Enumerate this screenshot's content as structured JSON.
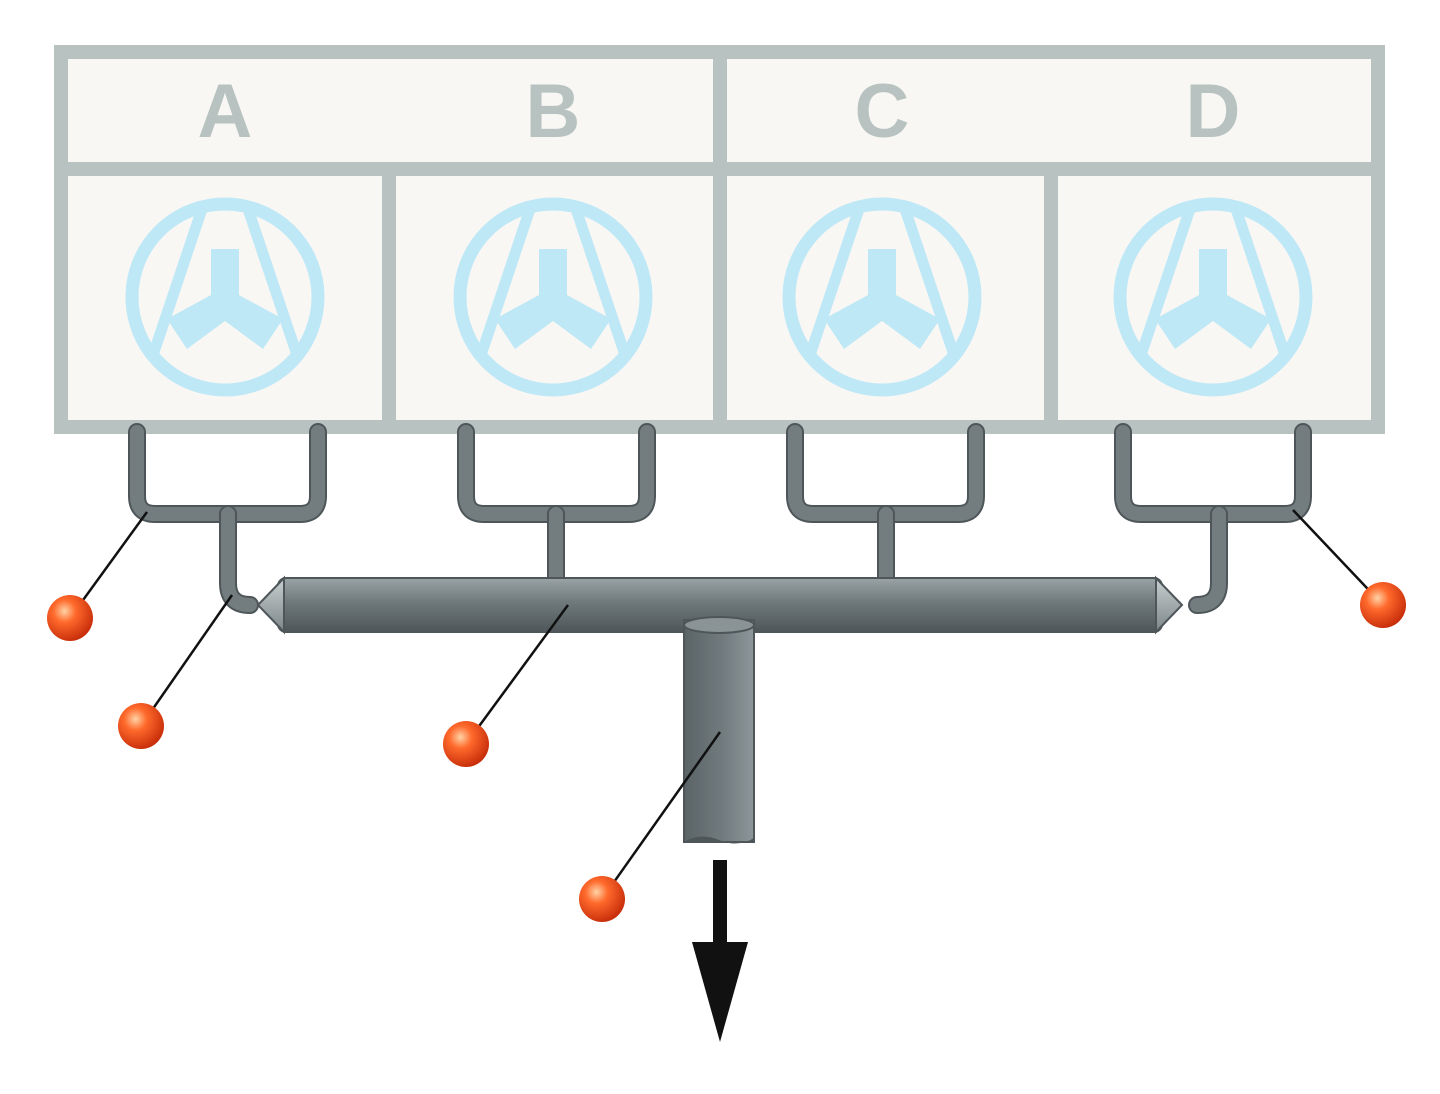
{
  "columns": [
    {
      "label": "A"
    },
    {
      "label": "B"
    },
    {
      "label": "C"
    },
    {
      "label": "D"
    }
  ],
  "colors": {
    "frame": "#b8c3c1",
    "panel": "#f8f7f4",
    "label": "#b8c3c1",
    "symbol": "#bfe8f6",
    "pipe": "#707a7d",
    "pipe_dark": "#4e5659",
    "pipe_light": "#9aa4a6",
    "callout_line": "#111111",
    "callout_dot": "#ee4a1c",
    "arrow": "#111111"
  },
  "icons": {
    "module": "antibody-y-in-circle-icon",
    "callout": "callout-dot-icon",
    "flow": "arrow-down-icon"
  }
}
